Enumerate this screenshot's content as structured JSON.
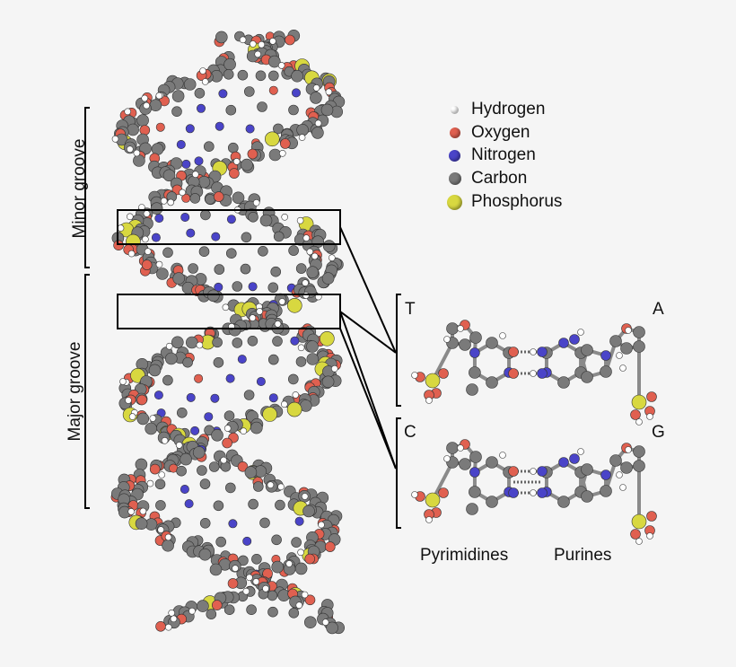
{
  "legend": {
    "items": [
      {
        "label": "Hydrogen",
        "color": "#ffffff",
        "icon": "hydrogen-atom-icon"
      },
      {
        "label": "Oxygen",
        "color": "#e06050",
        "icon": "oxygen-atom-icon"
      },
      {
        "label": "Nitrogen",
        "color": "#4a44c8",
        "icon": "nitrogen-atom-icon"
      },
      {
        "label": "Carbon",
        "color": "#7a7a7a",
        "icon": "carbon-atom-icon"
      },
      {
        "label": "Phosphorus",
        "color": "#d8d840",
        "icon": "phosphorus-atom-icon"
      }
    ]
  },
  "grooves": {
    "minor": "Minor groove",
    "major": "Major groove"
  },
  "base_pairs": {
    "top": {
      "left": "T",
      "right": "A"
    },
    "bottom": {
      "left": "C",
      "right": "G"
    }
  },
  "captions": {
    "pyrimidines": "Pyrimidines",
    "purines": "Purines"
  },
  "colors": {
    "background": "#f5f5f5",
    "hydrogen": "#ffffff",
    "oxygen": "#e06050",
    "nitrogen": "#4a44c8",
    "carbon": "#7a7a7a",
    "phosphorus": "#d8d840",
    "bracket": "#000000"
  }
}
